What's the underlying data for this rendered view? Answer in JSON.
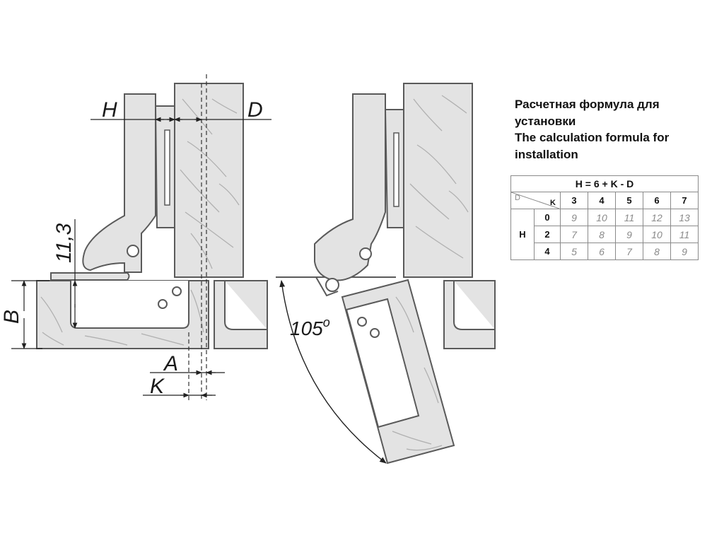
{
  "caption": {
    "line1": "Расчетная формула для",
    "line2": "установки",
    "line3": "The calculation formula for",
    "line4": "installation"
  },
  "table": {
    "formula": "H = 6 + K - D",
    "corner_d": "D",
    "corner_k": "K",
    "row_header": "H",
    "d_values": [
      "3",
      "4",
      "5",
      "6",
      "7"
    ],
    "rows": [
      {
        "k": "0",
        "values": [
          "9",
          "10",
          "11",
          "12",
          "13"
        ]
      },
      {
        "k": "2",
        "values": [
          "7",
          "8",
          "9",
          "10",
          "11"
        ]
      },
      {
        "k": "4",
        "values": [
          "5",
          "6",
          "7",
          "8",
          "9"
        ]
      }
    ]
  },
  "labels": {
    "H": "H",
    "D": "D",
    "dim_11_3": "11,3",
    "B": "B",
    "A": "A",
    "K": "K",
    "angle_num": "105",
    "angle_sup": "o"
  },
  "colors": {
    "fill_panel": "#e3e3e3",
    "stroke": "#5a5a5a",
    "wood_grain": "#b0b0b0"
  }
}
